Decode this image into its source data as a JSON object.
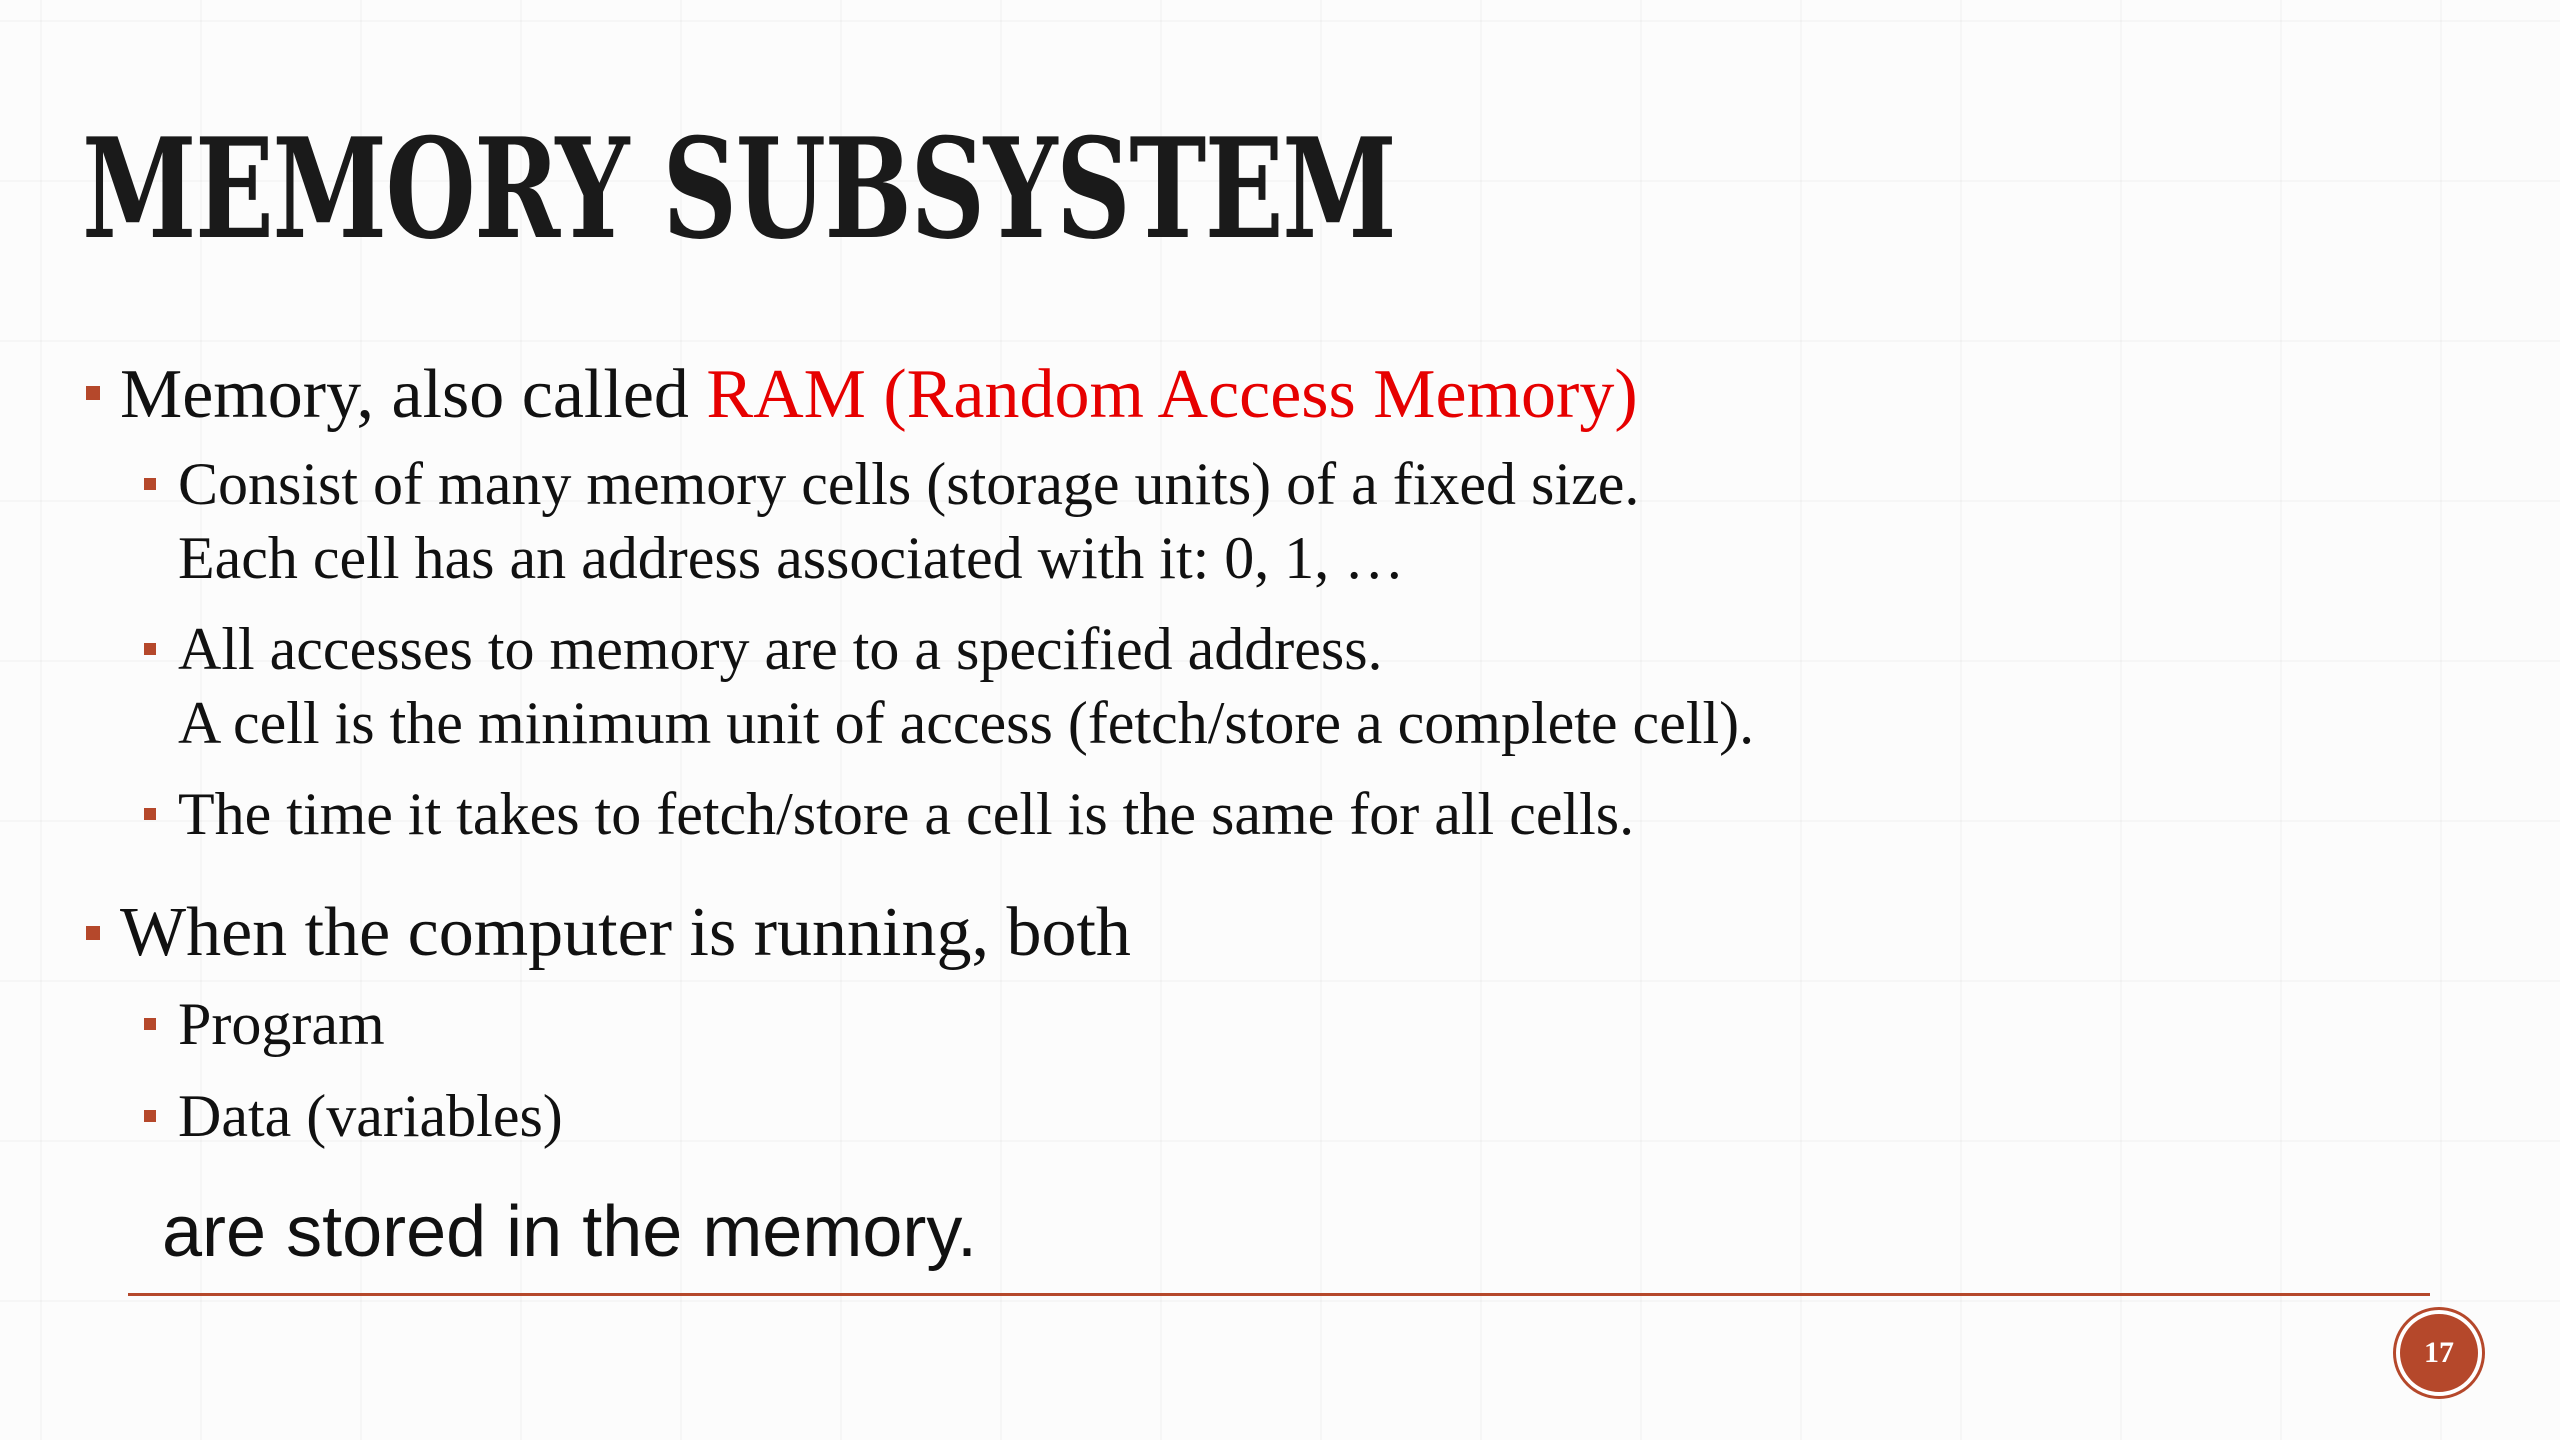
{
  "slide": {
    "title": "MEMORY  SUBSYSTEM",
    "bullets": [
      {
        "text_before": "Memory, also called ",
        "highlight": "RAM (Random Access Memory)",
        "subbullets": [
          {
            "line1": "Consist of many memory cells (storage units) of a fixed size.",
            "line2": "Each cell has an address associated with it: 0, 1, …"
          },
          {
            "line1": "All accesses to memory are to a specified address.",
            "line2": "A cell is the minimum unit of access (fetch/store a complete cell)."
          },
          {
            "line1": "The time it takes to fetch/store a cell is the same for all cells."
          }
        ]
      },
      {
        "text": "When the computer is running, both",
        "subbullets": [
          {
            "line1": "Program"
          },
          {
            "line1": "Data (variables)"
          }
        ]
      }
    ],
    "closing_text": "are stored in the memory.",
    "page_number": "17"
  },
  "colors": {
    "accent": "#b5482b",
    "highlight": "#e60000",
    "text": "#111111"
  }
}
